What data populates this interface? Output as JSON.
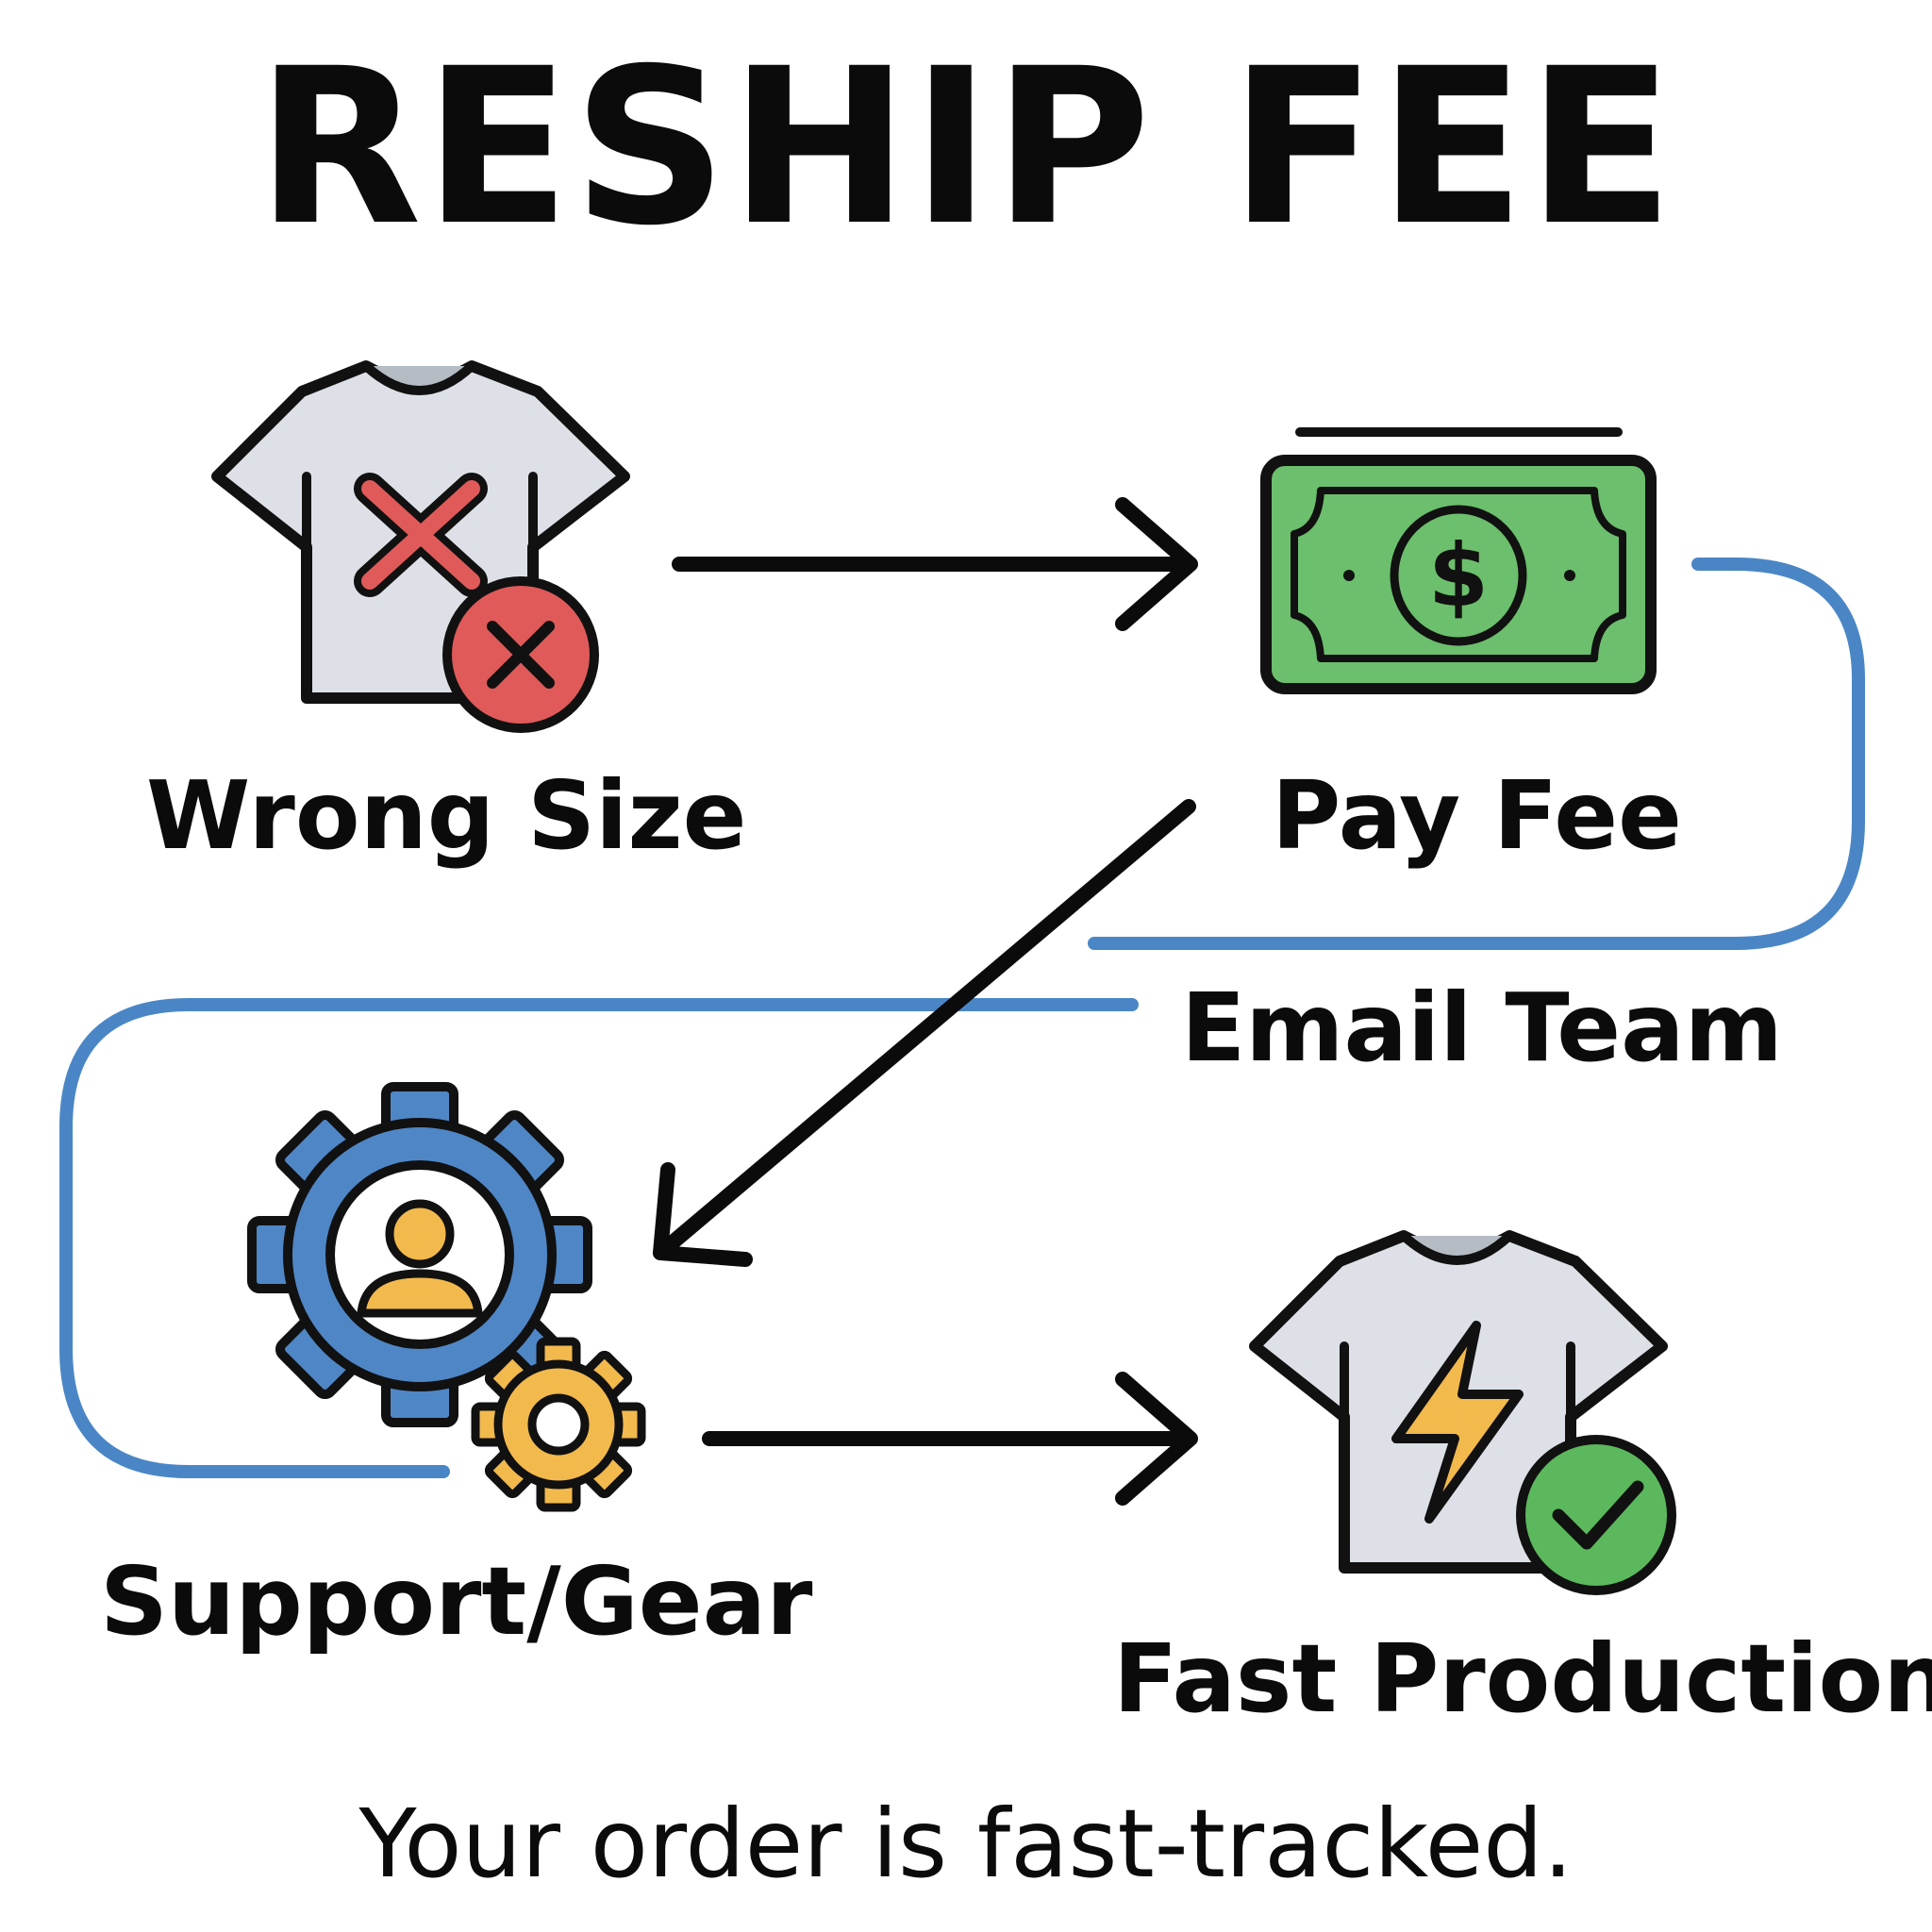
{
  "title": "RESHIP FEE",
  "steps": {
    "wrong_size": "Wrong Size",
    "pay_fee": "Pay Fee",
    "email_team": "Email Team",
    "support_gear": "Support/Gear",
    "fast_production": "Fast Production"
  },
  "footer": "Your order is fast-tracked.",
  "colors": {
    "text": "#0b0b0b",
    "shirt_fill": "#dde1e7",
    "error_red": "#e05a5a",
    "money_green": "#6cbf6c",
    "gear_blue": "#4f86c6",
    "gear_yellow": "#f2b94d",
    "success_green": "#5cb85c",
    "connector_blue": "#4a86c5"
  }
}
